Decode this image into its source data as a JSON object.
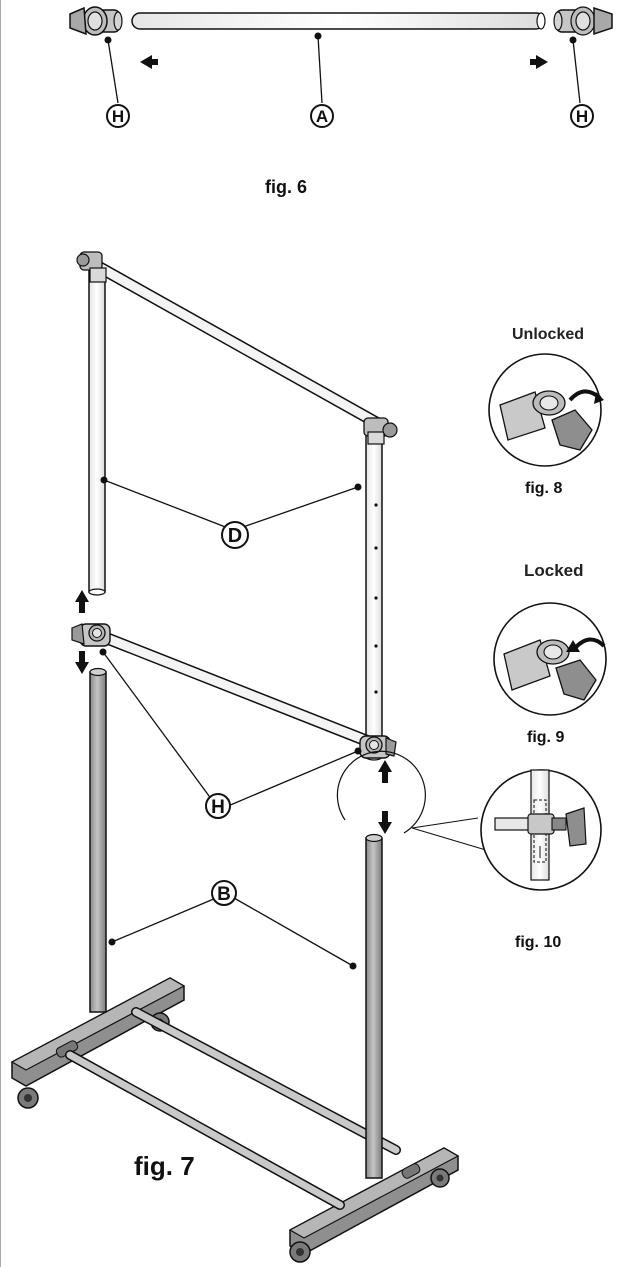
{
  "figures": {
    "fig6": "fig. 6",
    "fig7": "fig. 7",
    "fig8": "fig. 8",
    "fig9": "fig. 9",
    "fig10": "fig. 10"
  },
  "states": {
    "unlocked": "Unlocked",
    "locked": "Locked"
  },
  "callouts": {
    "A": "A",
    "B": "B",
    "D": "D",
    "H": "H"
  },
  "colors": {
    "line": "#111111",
    "white_tube": "#f4f4f4",
    "grey_tube": "#a9a9a9",
    "base": "#8f8f8f",
    "connector": "#c8c8c8"
  }
}
